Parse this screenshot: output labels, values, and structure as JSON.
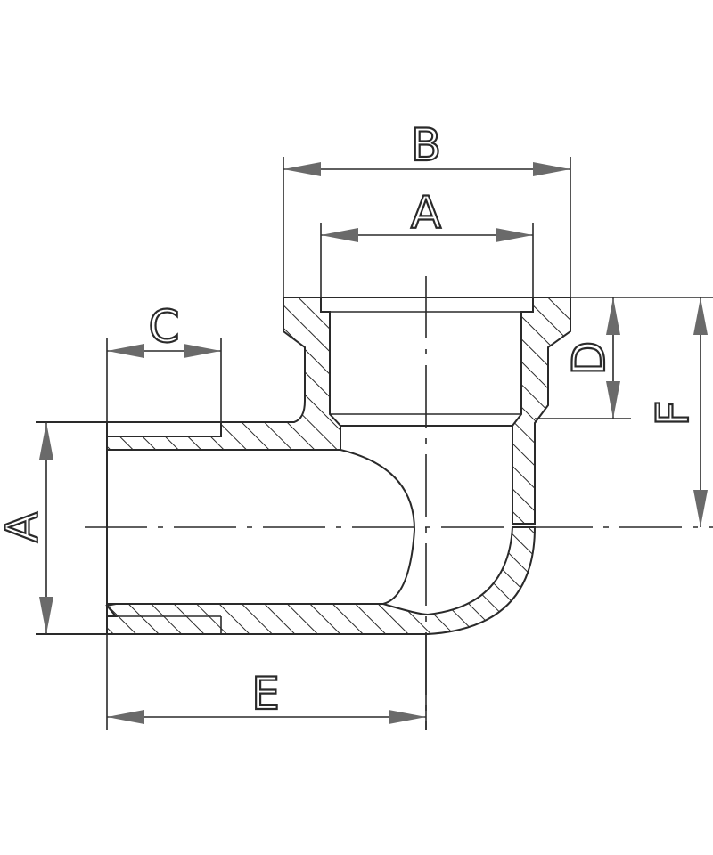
{
  "labels": {
    "top_outer": "B",
    "top_inner": "A",
    "thread_length": "C",
    "thread_depth": "D",
    "height": "F",
    "left_size": "A",
    "length": "E"
  },
  "colors": {
    "line": "#2a2a2a",
    "arrow": "#6a6a6a",
    "background": "#ffffff"
  }
}
